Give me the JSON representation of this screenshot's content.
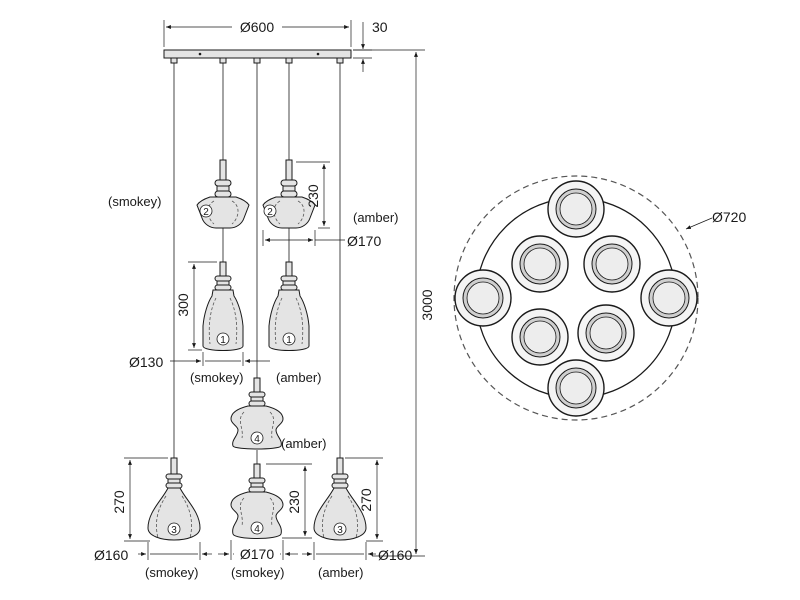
{
  "dimensions": {
    "canopy_diameter": "Ø600",
    "canopy_height": "30",
    "total_height": "3000",
    "outer_diameter": "Ø720",
    "shade1_height": "300",
    "shade1_diameter": "Ø130",
    "shade2_height": "230",
    "shade2_diameter": "Ø170",
    "shade3_left_height": "270",
    "shade3_left_diameter": "Ø160",
    "shade4_height": "230",
    "shade4_diameter": "Ø170",
    "shade3_right_height": "270",
    "shade3_right_diameter": "Ø160"
  },
  "labels": {
    "smokey_upper": "(smokey)",
    "amber_upper": "(amber)",
    "smokey_mid": "(smokey)",
    "amber_mid": "(amber)",
    "amber_shade4": "(amber)",
    "smokey_bottom_left": "(smokey)",
    "smokey_bottom_center": "(smokey)",
    "amber_bottom_right": "(amber)"
  },
  "shade_numbers": {
    "shade1": "1",
    "shade2": "2",
    "shade3": "3",
    "shade4": "4"
  }
}
